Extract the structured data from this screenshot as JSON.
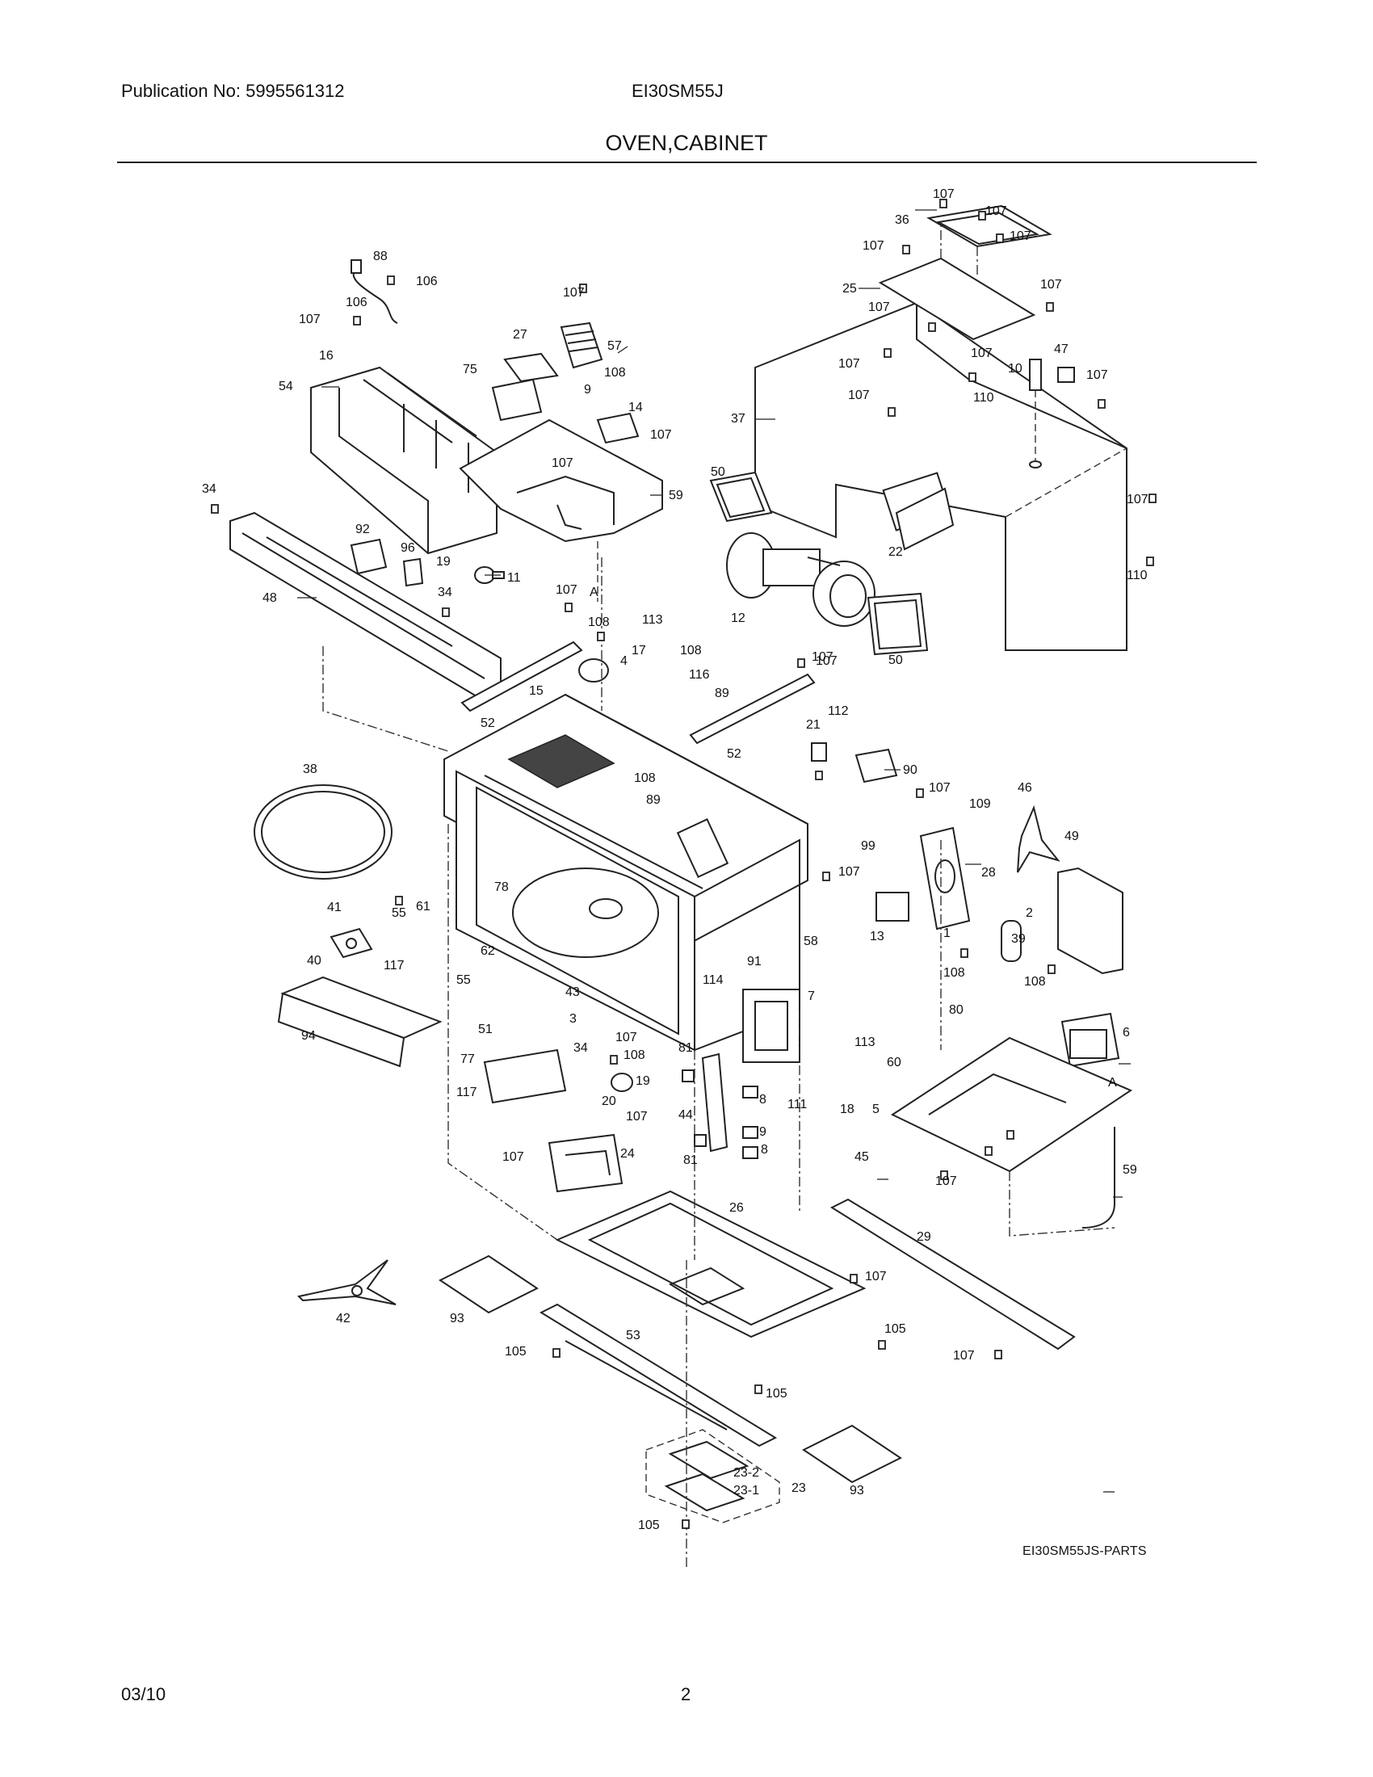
{
  "header": {
    "publication": "Publication No: 5995561312",
    "model": "EI30SM55J",
    "title": "OVEN,CABINET"
  },
  "footer": {
    "date": "03/10",
    "page": "2"
  },
  "diagram_ref": "EI30SM55JS-PARTS",
  "callouts": [
    {
      "id": "c-107-a",
      "text": "107"
    },
    {
      "id": "c-107-b",
      "text": "107"
    },
    {
      "id": "c-36",
      "text": "36"
    },
    {
      "id": "c-107-c",
      "text": "107"
    },
    {
      "id": "c-107-d",
      "text": "107"
    },
    {
      "id": "c-107-e",
      "text": "107"
    },
    {
      "id": "c-25",
      "text": "25"
    },
    {
      "id": "c-107-f",
      "text": "107"
    },
    {
      "id": "c-47",
      "text": "47"
    },
    {
      "id": "c-107-g",
      "text": "107"
    },
    {
      "id": "c-107-h",
      "text": "107"
    },
    {
      "id": "c-10",
      "text": "10"
    },
    {
      "id": "c-107-i",
      "text": "107"
    },
    {
      "id": "c-110-a",
      "text": "110"
    },
    {
      "id": "c-107-j",
      "text": "107"
    },
    {
      "id": "c-37",
      "text": "37"
    },
    {
      "id": "c-107-k",
      "text": "107"
    },
    {
      "id": "c-22",
      "text": "22"
    },
    {
      "id": "c-110-b",
      "text": "110"
    },
    {
      "id": "c-50-a",
      "text": "50"
    },
    {
      "id": "c-12",
      "text": "12"
    },
    {
      "id": "c-50-b",
      "text": "50"
    },
    {
      "id": "c-107-l",
      "text": "107"
    },
    {
      "id": "c-88",
      "text": "88"
    },
    {
      "id": "c-106-a",
      "text": "106"
    },
    {
      "id": "c-106-b",
      "text": "106"
    },
    {
      "id": "c-107-m",
      "text": "107"
    },
    {
      "id": "c-16",
      "text": "16"
    },
    {
      "id": "c-54",
      "text": "54"
    },
    {
      "id": "c-107-n",
      "text": "107"
    },
    {
      "id": "c-57",
      "text": "57"
    },
    {
      "id": "c-27",
      "text": "27"
    },
    {
      "id": "c-75",
      "text": "75"
    },
    {
      "id": "c-108-a",
      "text": "108"
    },
    {
      "id": "c-9-a",
      "text": "9"
    },
    {
      "id": "c-14",
      "text": "14"
    },
    {
      "id": "c-107-o",
      "text": "107"
    },
    {
      "id": "c-107-p",
      "text": "107"
    },
    {
      "id": "c-59-a",
      "text": "59"
    },
    {
      "id": "c-34-a",
      "text": "34"
    },
    {
      "id": "c-92",
      "text": "92"
    },
    {
      "id": "c-96",
      "text": "96"
    },
    {
      "id": "c-19-a",
      "text": "19"
    },
    {
      "id": "c-11",
      "text": "11"
    },
    {
      "id": "c-48",
      "text": "48"
    },
    {
      "id": "c-34-b",
      "text": "34"
    },
    {
      "id": "c-107-q",
      "text": "107"
    },
    {
      "id": "c-A-a",
      "text": "A"
    },
    {
      "id": "c-108-b",
      "text": "108"
    },
    {
      "id": "c-4",
      "text": "4"
    },
    {
      "id": "c-113-a",
      "text": "113"
    },
    {
      "id": "c-17",
      "text": "17"
    },
    {
      "id": "c-108-c",
      "text": "108"
    },
    {
      "id": "c-116",
      "text": "116"
    },
    {
      "id": "c-89-a",
      "text": "89"
    },
    {
      "id": "c-107-r",
      "text": "107"
    },
    {
      "id": "c-15",
      "text": "15"
    },
    {
      "id": "c-52-a",
      "text": "52"
    },
    {
      "id": "c-52-b",
      "text": "52"
    },
    {
      "id": "c-21",
      "text": "21"
    },
    {
      "id": "c-112",
      "text": "112"
    },
    {
      "id": "c-90",
      "text": "90"
    },
    {
      "id": "c-108-d",
      "text": "108"
    },
    {
      "id": "c-89-b",
      "text": "89"
    },
    {
      "id": "c-38",
      "text": "38"
    },
    {
      "id": "c-107-s",
      "text": "107"
    },
    {
      "id": "c-46",
      "text": "46"
    },
    {
      "id": "c-109",
      "text": "109"
    },
    {
      "id": "c-49",
      "text": "49"
    },
    {
      "id": "c-99",
      "text": "99"
    },
    {
      "id": "c-107-t",
      "text": "107"
    },
    {
      "id": "c-28",
      "text": "28"
    },
    {
      "id": "c-13",
      "text": "13"
    },
    {
      "id": "c-2",
      "text": "2"
    },
    {
      "id": "c-1",
      "text": "1"
    },
    {
      "id": "c-39",
      "text": "39"
    },
    {
      "id": "c-108-e",
      "text": "108"
    },
    {
      "id": "c-108-f",
      "text": "108"
    },
    {
      "id": "c-41",
      "text": "41"
    },
    {
      "id": "c-55-a",
      "text": "55"
    },
    {
      "id": "c-61",
      "text": "61"
    },
    {
      "id": "c-78",
      "text": "78"
    },
    {
      "id": "c-58",
      "text": "58"
    },
    {
      "id": "c-40",
      "text": "40"
    },
    {
      "id": "c-117-a",
      "text": "117"
    },
    {
      "id": "c-62",
      "text": "62"
    },
    {
      "id": "c-91",
      "text": "91"
    },
    {
      "id": "c-55-b",
      "text": "55"
    },
    {
      "id": "c-114",
      "text": "114"
    },
    {
      "id": "c-7",
      "text": "7"
    },
    {
      "id": "c-43",
      "text": "43"
    },
    {
      "id": "c-3",
      "text": "3"
    },
    {
      "id": "c-51",
      "text": "51"
    },
    {
      "id": "c-107-u",
      "text": "107"
    },
    {
      "id": "c-94",
      "text": "94"
    },
    {
      "id": "c-108-g",
      "text": "108"
    },
    {
      "id": "c-80",
      "text": "80"
    },
    {
      "id": "c-6",
      "text": "6"
    },
    {
      "id": "c-77",
      "text": "77"
    },
    {
      "id": "c-34-c",
      "text": "34"
    },
    {
      "id": "c-81-a",
      "text": "81"
    },
    {
      "id": "c-19-b",
      "text": "19"
    },
    {
      "id": "c-113-b",
      "text": "113"
    },
    {
      "id": "c-60",
      "text": "60"
    },
    {
      "id": "c-117-b",
      "text": "117"
    },
    {
      "id": "c-20",
      "text": "20"
    },
    {
      "id": "c-8-a",
      "text": "8"
    },
    {
      "id": "c-111",
      "text": "111"
    },
    {
      "id": "c-18",
      "text": "18"
    },
    {
      "id": "c-5",
      "text": "5"
    },
    {
      "id": "c-A-b",
      "text": "A"
    },
    {
      "id": "c-44",
      "text": "44"
    },
    {
      "id": "c-107-v",
      "text": "107"
    },
    {
      "id": "c-9-b",
      "text": "9"
    },
    {
      "id": "c-107-w",
      "text": "107"
    },
    {
      "id": "c-24",
      "text": "24"
    },
    {
      "id": "c-8-b",
      "text": "8"
    },
    {
      "id": "c-81-b",
      "text": "81"
    },
    {
      "id": "c-45",
      "text": "45"
    },
    {
      "id": "c-107-x",
      "text": "107"
    },
    {
      "id": "c-59-b",
      "text": "59"
    },
    {
      "id": "c-26",
      "text": "26"
    },
    {
      "id": "c-29",
      "text": "29"
    },
    {
      "id": "c-42",
      "text": "42"
    },
    {
      "id": "c-107-y",
      "text": "107"
    },
    {
      "id": "c-93-a",
      "text": "93"
    },
    {
      "id": "c-105-a",
      "text": "105"
    },
    {
      "id": "c-53",
      "text": "53"
    },
    {
      "id": "c-105-b",
      "text": "105"
    },
    {
      "id": "c-107-z",
      "text": "107"
    },
    {
      "id": "c-105-c",
      "text": "105"
    },
    {
      "id": "c-93-b",
      "text": "93"
    },
    {
      "id": "c-23-2",
      "text": "23-2"
    },
    {
      "id": "c-23-1",
      "text": "23-1"
    },
    {
      "id": "c-23",
      "text": "23"
    },
    {
      "id": "c-105-d",
      "text": "105"
    }
  ]
}
